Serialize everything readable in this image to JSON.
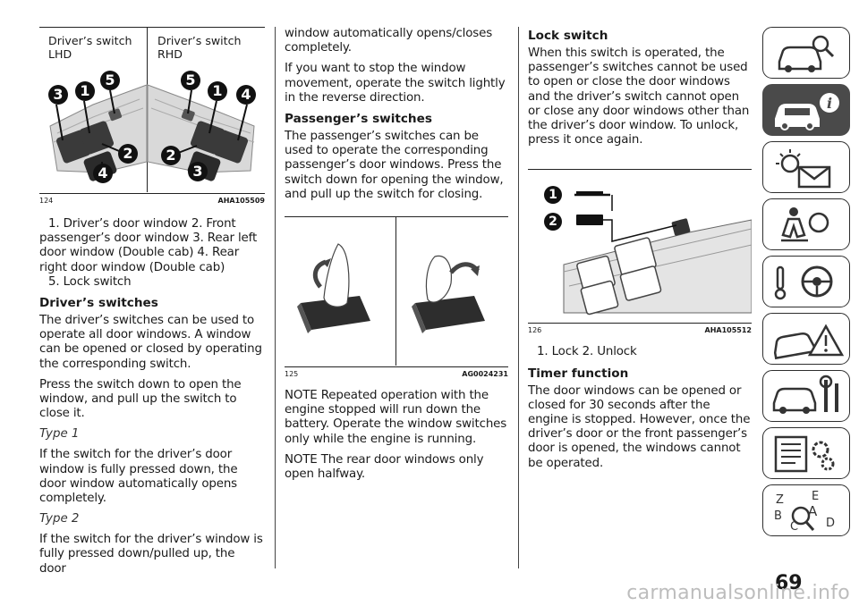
{
  "col1": {
    "fig124": {
      "left_label_line1": "Driver’s switch",
      "left_label_line2": "LHD",
      "right_label_line1": "Driver’s switch",
      "right_label_line2": "RHD",
      "fig_number": "124",
      "fig_code": "AHA105509",
      "callouts_left": [
        "3",
        "1",
        "5",
        "2",
        "4"
      ],
      "callouts_right": [
        "5",
        "1",
        "4",
        "2",
        "3"
      ]
    },
    "caption": "1. Driver’s door window 2. Front passenger’s door window 3. Rear left door window (Double cab) 4. Rear right door window (Double cab)",
    "caption2": "5. Lock switch",
    "heading": "Driver’s switches",
    "para1": "The driver’s switches can be used to operate all door windows. A window can be opened or closed by operating the corresponding switch.",
    "para2": "Press the switch down to open the window, and pull up the switch to close it.",
    "type1": "Type 1",
    "para3": "If the switch for the driver’s door window is fully pressed down, the door window automatically opens completely.",
    "type2": "Type 2",
    "para4": "If the switch for the driver’s window is fully pressed down/pulled up, the door"
  },
  "col2": {
    "para1": "window automatically opens/closes completely.",
    "para2": "If you want to stop the window movement, operate the switch lightly in the reverse direction.",
    "heading": "Passenger’s switches",
    "para3": "The passenger’s switches can be used to operate the corresponding passenger’s door windows. Press the switch down for opening the window, and pull up the switch for closing.",
    "fig_number": "125",
    "fig_code": "AG0024231",
    "note1": "NOTE  Repeated operation with the engine stopped will run down the battery. Operate the window switches only while the engine is running.",
    "note2": "NOTE  The rear door windows only open halfway."
  },
  "col3": {
    "heading1": "Lock switch",
    "para1": "When this switch is operated, the passenger’s switches cannot be used to open or close the door windows and the driver’s switch cannot open or close any door windows other than the driver’s door window. To unlock, press it once again.",
    "fig_number": "126",
    "fig_code": "AHA105512",
    "callouts": [
      "1",
      "2"
    ],
    "caption": "1. Lock 2. Unlock",
    "heading2": "Timer function",
    "para2": "The door windows can be opened or closed for 30 seconds after the engine is stopped. However, once the driver’s door or the front passenger’s door is opened, the windows cannot be operated."
  },
  "sidebar": {
    "tabs": [
      "car-search-icon",
      "car-info-icon",
      "warning-lights-icon",
      "airbag-safety-icon",
      "steering-start-icon",
      "car-warning-triangle-icon",
      "car-maintenance-icon",
      "technical-specs-icon",
      "index-search-icon"
    ],
    "active_index": 1,
    "index_letters": [
      "Z",
      "E",
      "A",
      "B",
      "C",
      "D"
    ]
  },
  "page_number": "69",
  "watermark": "carmanualsonline.info"
}
